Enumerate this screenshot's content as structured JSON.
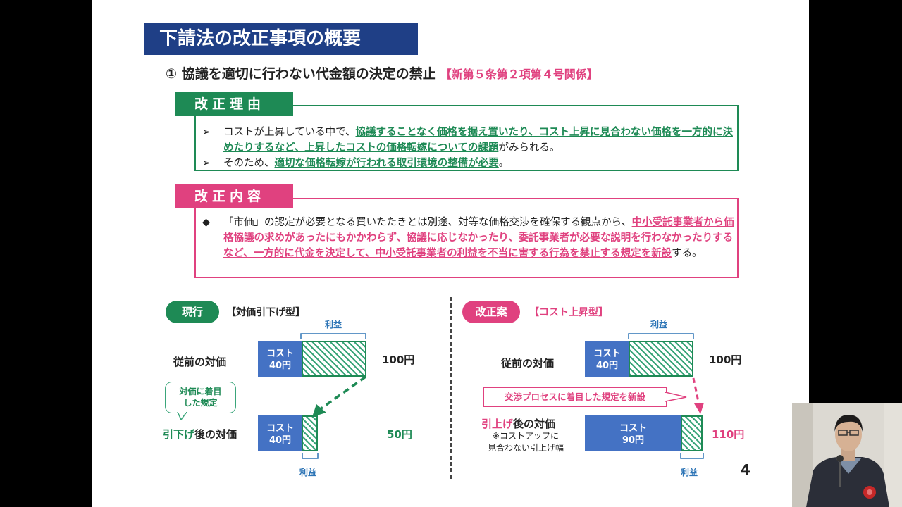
{
  "title": "下請法の改正事項の概要",
  "subtitle": {
    "text": "① 協議を適切に行わない代金額の決定の禁止",
    "ref": "【新第５条第２項第４号関係】"
  },
  "reason": {
    "header": "改正理由",
    "b1_pre": "コストが上昇している中で、",
    "b1_em": "協議することなく価格を据え置いたり、コスト上昇に見合わない価格を一方的に決めたりするなど、上昇したコストの価格転嫁についての課題",
    "b1_post": "がみられる。",
    "b2_pre": "そのため、",
    "b2_em": "適切な価格転嫁が行われる取引環境の整備が必要",
    "b2_post": "。"
  },
  "content": {
    "header": "改正内容",
    "pre": "「市価」の認定が必要となる買いたたきとは別途、対等な価格交渉を確保する観点から、",
    "em": "中小受託事業者から価格協議の求めがあったにもかかわらず、協議に応じなかったり、委託事業者が必要な説明を行わなかったりするなど、一方的に代金を決定して、中小受託事業者の利益を不当に害する行為を禁止する規定を新設",
    "post": "する。"
  },
  "left": {
    "tag": "現行",
    "type": "【対価引下げ型】",
    "profit": "利益",
    "before_label": "従前の対価",
    "cost_line1": "コスト",
    "cost_line2": "40円",
    "before_price": "100円",
    "callout_line1": "対価に着目",
    "callout_line2": "した規定",
    "after_label_em": "引下げ",
    "after_label_rest": "後の対価",
    "after_cost_line1": "コスト",
    "after_cost_line2": "40円",
    "after_price": "50円",
    "after_profit": "利益"
  },
  "right": {
    "tag": "改正案",
    "type": "【コスト上昇型】",
    "profit": "利益",
    "before_label": "従前の対価",
    "cost_line1": "コスト",
    "cost_line2": "40円",
    "before_price": "100円",
    "banner": "交渉プロセスに着目した規定を新設",
    "after_label_em": "引上げ",
    "after_label_rest": "後の対価",
    "note_line1": "※コストアップに",
    "note_line2": "見合わない引上げ幅",
    "after_cost_line1": "コスト",
    "after_cost_line2": "90円",
    "after_price": "110円",
    "after_profit": "利益"
  },
  "page_number": "4",
  "colors": {
    "navy": "#1f3f86",
    "green": "#1e8a55",
    "pink": "#e0417f",
    "blue": "#4472c4"
  }
}
